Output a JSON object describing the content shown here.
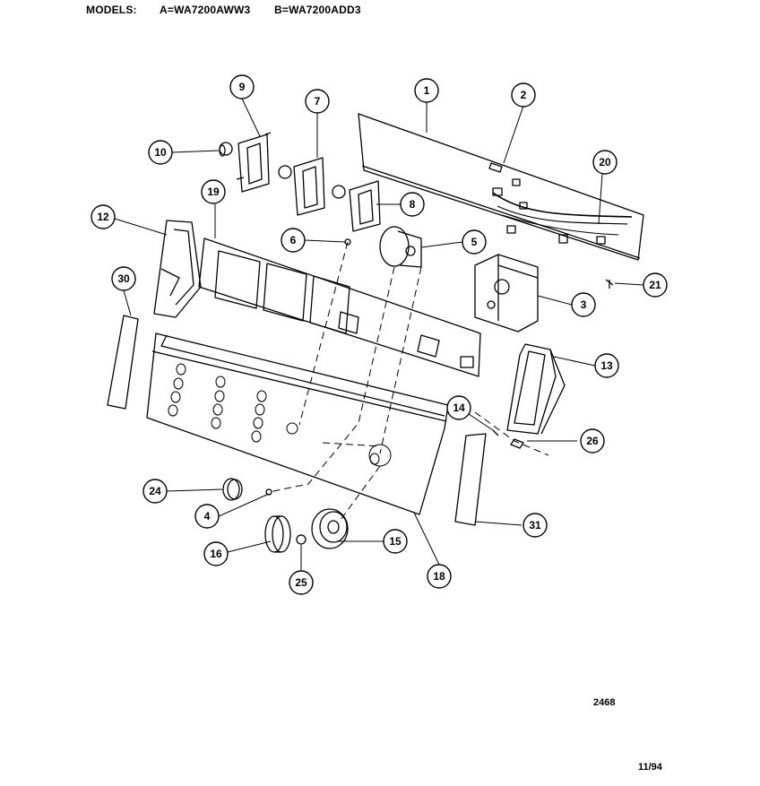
{
  "header": {
    "models_label": "MODELS:",
    "model_a": "A=WA7200AWW3",
    "model_b": "B=WA7200ADD3"
  },
  "footer": {
    "drawing_number": "2468",
    "date": "11/94"
  },
  "callouts": [
    "1",
    "2",
    "3",
    "4",
    "5",
    "6",
    "7",
    "8",
    "9",
    "10",
    "12",
    "13",
    "14",
    "15",
    "16",
    "18",
    "19",
    "20",
    "21",
    "24",
    "25",
    "26",
    "30",
    "31"
  ]
}
